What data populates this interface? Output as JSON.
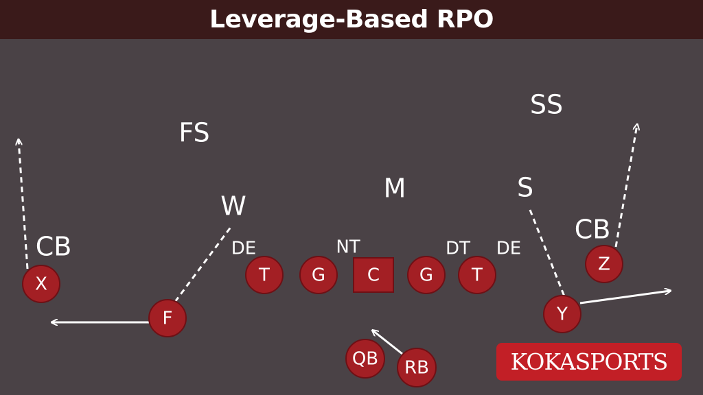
{
  "title": "Leverage-Based RPO",
  "brand": "KOKASPORTS",
  "colors": {
    "background": "#4a4246",
    "title_bar": "#3a1a1a",
    "player_fill": "#a31f24",
    "brand_badge": "#c21f26",
    "text": "#ffffff"
  },
  "defense": {
    "fs": "FS",
    "ss": "SS",
    "m": "M",
    "w": "W",
    "s": "S",
    "cb_left": "CB",
    "cb_right": "CB",
    "de_left": "DE",
    "nt": "NT",
    "dt": "DT",
    "de_right": "DE"
  },
  "offense": {
    "x": "X",
    "f": "F",
    "t_left": "T",
    "g_left": "G",
    "c": "C",
    "g_right": "G",
    "t_right": "T",
    "y": "Y",
    "z": "Z",
    "qb": "QB",
    "rb": "RB"
  }
}
